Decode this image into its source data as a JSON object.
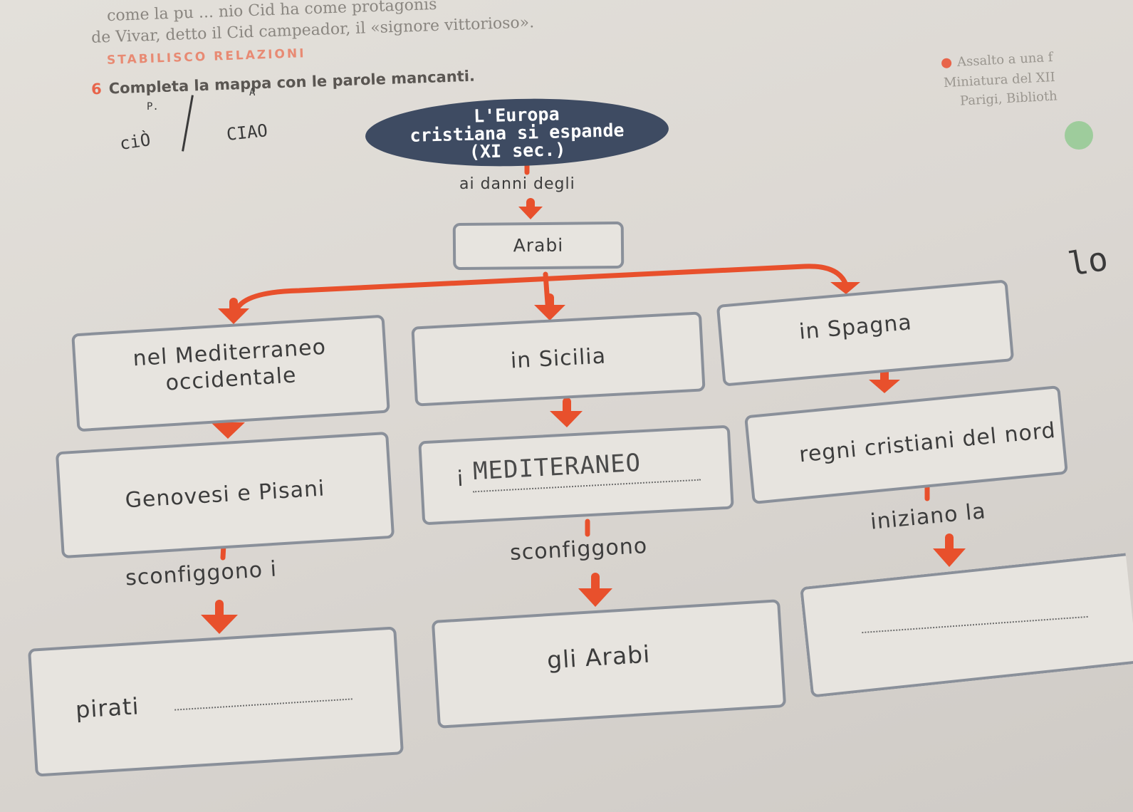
{
  "top_text": {
    "line1": "come la pu ... nio Cid ha come protagonis",
    "line2": "de Vivar, detto il Cid campeador, il «signore vittorioso»."
  },
  "section": {
    "title": "STABILISCO RELAZIONI",
    "exercise_number": "6",
    "instruction": "Completa la mappa con le parole mancanti."
  },
  "side_caption": {
    "line1": "Assalto a una f",
    "line2": "Miniatura del XII",
    "line3": "Parigi, Biblioth"
  },
  "handwriting": {
    "ciao": "CIAO",
    "a": "A",
    "p": "P.",
    "cio": "ciÒ",
    "lo": "lo"
  },
  "map": {
    "root": {
      "line1": "L'Europa",
      "line2": "cristiana si espande",
      "line3": "(XI sec.)"
    },
    "link_root": "ai danni degli",
    "arabi": "Arabi",
    "branches": [
      {
        "box1": "nel Mediterraneo occidentale",
        "box2": "Genovesi e Pisani",
        "link": "sconfiggono i",
        "box3_prefix": "pirati"
      },
      {
        "box1": "in Sicilia",
        "box2_prefix": "i",
        "box2_answer": "MEDITERANEO",
        "link": "sconfiggono",
        "box3": "gli Arabi"
      },
      {
        "box1": "in Spagna",
        "box2": "regni cristiani del nord",
        "link": "iniziano la",
        "box3": ""
      }
    ]
  },
  "colors": {
    "arrow": "#e8502c",
    "ellipse": "#3e4b62",
    "box_border": "#8a909a"
  }
}
